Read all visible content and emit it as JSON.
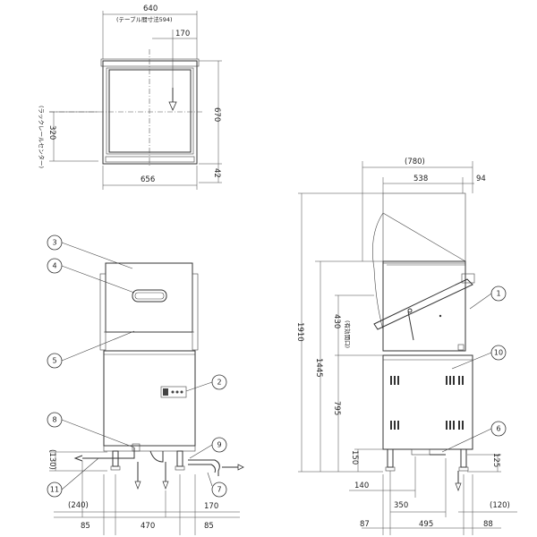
{
  "top_view": {
    "width_640": "640",
    "table_note": "(テーブル間寸法594)",
    "dim_170": "170",
    "dim_320": "320",
    "rack_rail_note": "(ラックレールセンター)",
    "dim_670": "670",
    "dim_42": "42",
    "width_656": "656"
  },
  "side_view": {
    "dim_780": "(780)",
    "dim_538": "538",
    "dim_94": "94",
    "dim_1910": "1910",
    "dim_1445": "1445",
    "dim_430": "430",
    "opening_note": "(有効開口)",
    "dim_795": "795",
    "dim_150": "150",
    "dim_125": "125",
    "dim_140": "140",
    "dim_350": "350",
    "dim_120": "(120)",
    "dim_87": "87",
    "dim_495": "495",
    "dim_88": "88"
  },
  "front_view": {
    "dim_130": "(130)",
    "dim_240": "(240)",
    "dim_85_left": "85",
    "dim_470": "470",
    "dim_85_right": "85",
    "dim_170": "170"
  },
  "callouts": [
    "1",
    "2",
    "3",
    "4",
    "5",
    "6",
    "7",
    "8",
    "9",
    "10",
    "11"
  ]
}
